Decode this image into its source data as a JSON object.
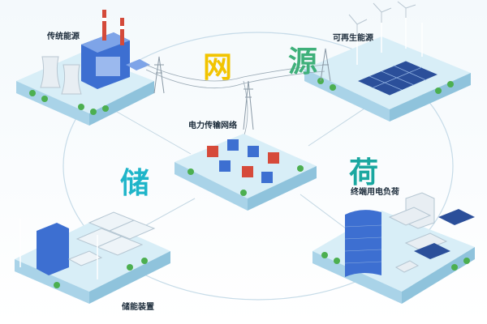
{
  "labels": {
    "traditional_energy": "传统能源",
    "renewable_energy": "可再生能源",
    "power_grid": "电力传输网络",
    "end_load": "终端用电负荷",
    "storage_device": "储能装置"
  },
  "big_chars": {
    "grid": "网",
    "source": "源",
    "storage": "储",
    "load": "荷"
  },
  "colors": {
    "grid_char": "#f2c400",
    "source_char": "#3fb07a",
    "storage_char": "#1fb5c9",
    "load_char": "#1aa7a0",
    "platform_top": "#d8eef7",
    "platform_side": "#a9d3e8",
    "tree": "#4caf50",
    "building_blue": "#3d6fd1",
    "solar": "#2b4f9a"
  }
}
